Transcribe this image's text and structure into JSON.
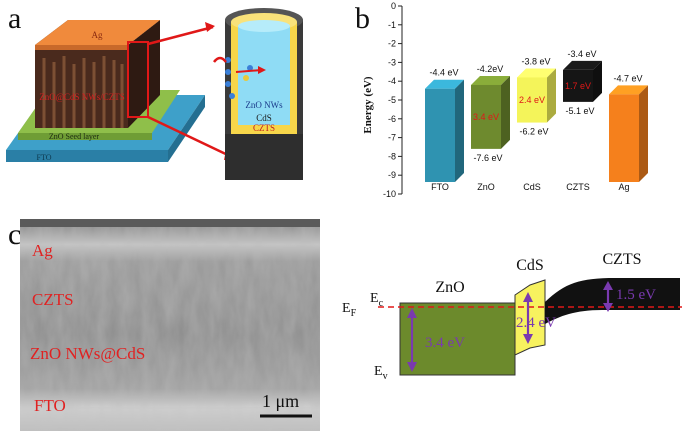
{
  "panels": {
    "a": "a",
    "b": "b",
    "c": "c"
  },
  "panel_a": {
    "layers": {
      "ag": "Ag",
      "core": "ZnO@CdS NWs/CZTS",
      "seed": "ZnO Seed layer",
      "fto": "FTO"
    },
    "inset": {
      "nw": "ZnO NWs",
      "cds": "CdS",
      "czts": "CZTS"
    }
  },
  "chart_data": {
    "type": "bar",
    "title": "",
    "ylabel": "Energy (eV)",
    "ylim": [
      -10,
      0
    ],
    "yticks": [
      "0",
      "-1",
      "-2",
      "-3",
      "-4",
      "-5",
      "-6",
      "-7",
      "-8",
      "-9",
      "-10"
    ],
    "materials": [
      {
        "name": "FTO",
        "top": -4.4,
        "bottom": -10,
        "top_label": "-4.4 eV",
        "bottom_label": "",
        "gap_label": "",
        "color": "#2f93b1"
      },
      {
        "name": "ZnO",
        "top": -4.2,
        "bottom": -7.6,
        "top_label": "-4.2eV",
        "bottom_label": "-7.6 eV",
        "gap_label": "3.4 eV",
        "color": "#6e8a2e"
      },
      {
        "name": "CdS",
        "top": -3.8,
        "bottom": -6.2,
        "top_label": "-3.8 eV",
        "bottom_label": "-6.2 eV",
        "gap_label": "2.4 eV",
        "color": "#f4f45a"
      },
      {
        "name": "CZTS",
        "top": -3.4,
        "bottom": -5.1,
        "top_label": "-3.4 eV",
        "bottom_label": "-5.1 eV",
        "gap_label": "1.7 eV",
        "color": "#151515"
      },
      {
        "name": "Ag",
        "top": -4.7,
        "bottom": -10,
        "top_label": "-4.7 eV",
        "bottom_label": "",
        "gap_label": "",
        "color": "#f5801c"
      }
    ]
  },
  "panel_c": {
    "labels": [
      "Ag",
      "CZTS",
      "ZnO NWs@CdS",
      "FTO"
    ],
    "scale": "1 μm"
  },
  "band_diagram": {
    "materials": [
      "ZnO",
      "CdS",
      "CZTS"
    ],
    "ec": "E",
    "ec_sub": "c",
    "ef": "E",
    "ef_sub": "F",
    "ev": "E",
    "ev_sub": "v",
    "gaps": {
      "zno": "3.4 eV",
      "cds": "2.4 eV",
      "czts": "1.5 eV"
    }
  }
}
